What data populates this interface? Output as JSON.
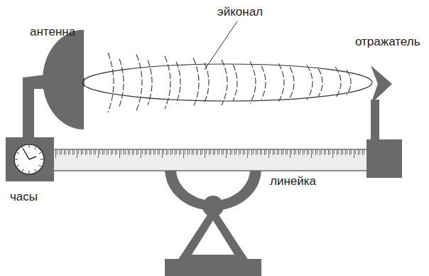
{
  "diagram": {
    "labels": [
      "антенна",
      "эйконал",
      "отражатель",
      "часы",
      "линейка"
    ]
  }
}
